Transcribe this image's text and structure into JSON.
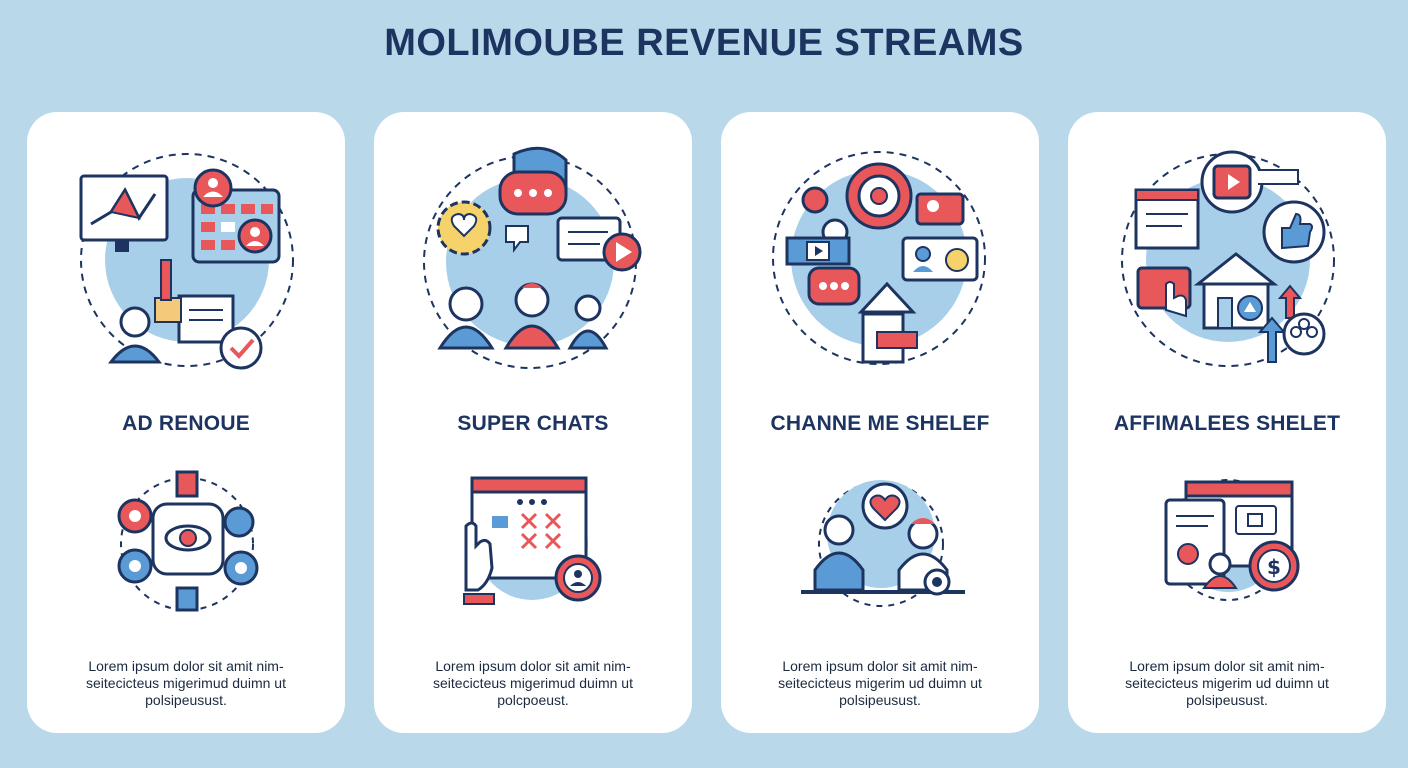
{
  "page": {
    "title": "MOLIMOUBE REVENUE STREAMS"
  },
  "colors": {
    "background": "#b9d9ea",
    "navy": "#1d3461",
    "accent_red": "#e8575a",
    "accent_blue": "#5b9bd5",
    "circle_blue": "#a8cfea"
  },
  "cards": [
    {
      "title": "AD RENOUE",
      "desc": [
        "Lorem ipsum dolor sit amit nim-",
        "seitecicteus migerimud duimn ut",
        "polsipeusust."
      ],
      "top_icon": "ad-revenue-illustration-icon",
      "bottom_icon": "gears-eye-icon"
    },
    {
      "title": "SUPER CHATS",
      "desc": [
        "Lorem ipsum dolor sit amit nim-",
        "seitecicteus migerimud duimn ut",
        "polcpoeust."
      ],
      "top_icon": "super-chats-illustration-icon",
      "bottom_icon": "tablet-hand-icon"
    },
    {
      "title": "CHANNE ME SHELEF",
      "desc": [
        "Lorem ipsum dolor sit amit nim-",
        "seitecicteus migerim ud duimn ut",
        "polsipeusust."
      ],
      "top_icon": "channel-membership-illustration-icon",
      "bottom_icon": "people-heart-icon"
    },
    {
      "title": "AFFIMALEES SHELET",
      "desc": [
        "Lorem ipsum dolor sit amit nim-",
        "seitecicteus migerim ud duimn ut",
        "polsipeusust."
      ],
      "top_icon": "affiliates-illustration-icon",
      "bottom_icon": "browser-dollar-icon"
    }
  ]
}
